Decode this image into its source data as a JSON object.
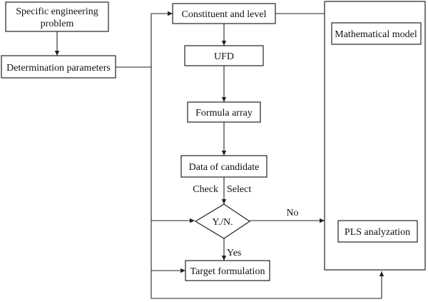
{
  "nodes": {
    "specific_problem_line1": "Specific engineering",
    "specific_problem_line2": "problem",
    "determination_parameters": "Determination parameters",
    "constituent_and_level": "Constituent and level",
    "ufd": "UFD",
    "formula_array": "Formula array",
    "data_of_candidate": "Data of candidate",
    "decision": "Y./N.",
    "target_formulation": "Target formulation",
    "mathematical_model": "Mathematical model",
    "pls_analyzation": "PLS analyzation"
  },
  "edge_labels": {
    "check": "Check",
    "select": "Select",
    "no": "No",
    "yes": "Yes"
  }
}
